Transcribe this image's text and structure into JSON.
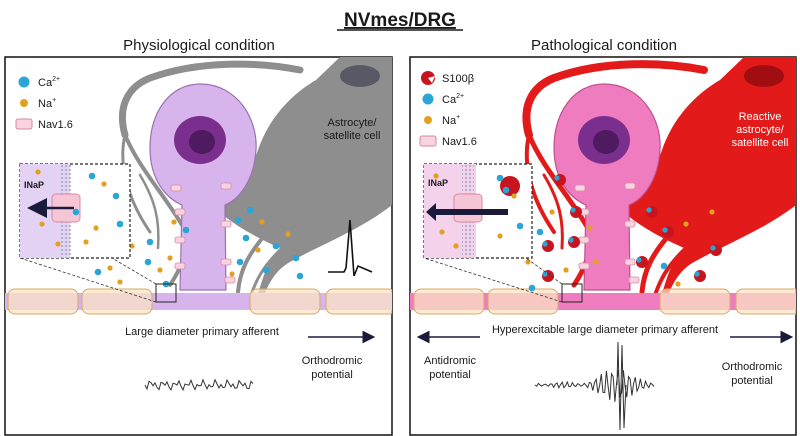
{
  "title": "NVmes/DRG",
  "colors": {
    "astro_normal": "#8e8e8e",
    "astro_reactive": "#e31a1a",
    "neuron_normal": "#d8b4ec",
    "neuron_patho": "#f07cc0",
    "nucleus": "#7a2f8f",
    "axon_sheath": "#fbe3c4",
    "calcium": "#2aa6d6",
    "sodium": "#e2a020",
    "s100b": "#c8141e"
  },
  "left": {
    "heading": "Physiological condition",
    "legend": [
      {
        "label": "Ca",
        "sup": "2+",
        "icon": "calcium-icon"
      },
      {
        "label": "Na",
        "sup": "+",
        "icon": "sodium-icon"
      },
      {
        "label": "Nav1.6",
        "sup": "",
        "icon": "nav16-channel-icon"
      }
    ],
    "cell_label_1": "Astrocyte/",
    "cell_label_2": "satellite cell",
    "inap": "INaP",
    "afferent": "Large diameter primary afferent",
    "ortho_1": "Orthodromic",
    "ortho_2": "potential"
  },
  "right": {
    "heading": "Pathological condition",
    "legend": [
      {
        "label": "S100β",
        "sup": "",
        "icon": "s100b-icon"
      },
      {
        "label": "Ca",
        "sup": "2+",
        "icon": "calcium-icon"
      },
      {
        "label": "Na",
        "sup": "+",
        "icon": "sodium-icon"
      },
      {
        "label": "Nav1.6",
        "sup": "",
        "icon": "nav16-channel-icon"
      }
    ],
    "cell_label_1": "Reactive",
    "cell_label_2": "astrocyte/",
    "cell_label_3": "satellite cell",
    "inap": "INaP",
    "afferent": "Hyperexcitable large diameter primary afferent",
    "anti_1": "Antidromic",
    "anti_2": "potential",
    "ortho_1": "Orthodromic",
    "ortho_2": "potential"
  }
}
